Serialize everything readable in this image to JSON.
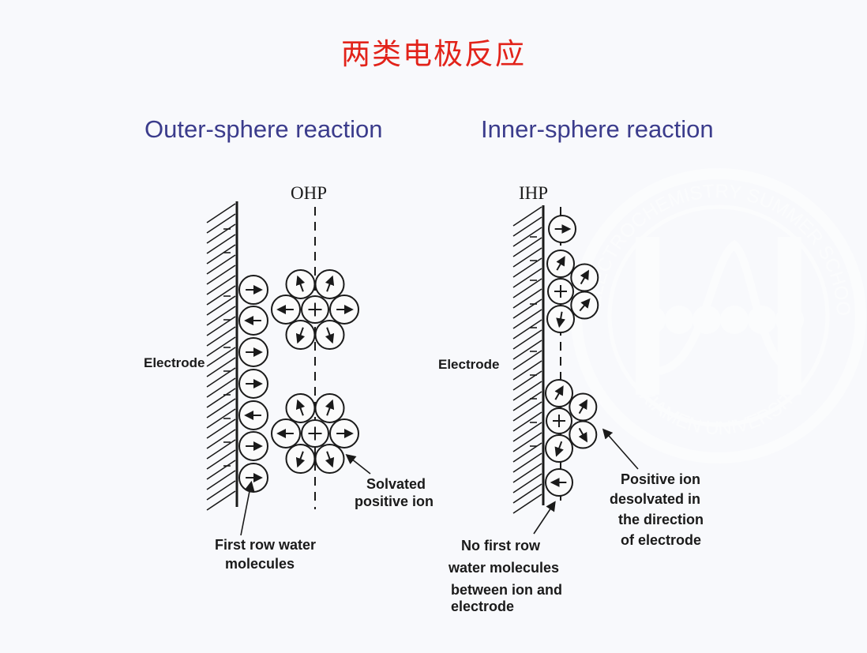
{
  "slide_title": "两类电极反应",
  "outer": {
    "heading": "Outer-sphere reaction",
    "plane_label": "OHP",
    "electrode_label": "Electrode",
    "ion_label": [
      "Solvated",
      "positive ion"
    ],
    "water_label": [
      "First row water",
      "molecules"
    ]
  },
  "inner": {
    "heading": "Inner-sphere reaction",
    "plane_label": "IHP",
    "electrode_label": "Electrode",
    "ion_label": [
      "Positive ion",
      "desolvated in",
      "the direction",
      "of electrode"
    ],
    "water_label": [
      "No first row",
      "water molecules",
      "between ion and",
      "electrode"
    ]
  },
  "watermark": {
    "arc_text": "ELECTROCHEMISTRY SUMMER SCHOOL 2020",
    "bottom_text": "XIAMEN UNIVERSITY"
  },
  "colors": {
    "title": "#e2231a",
    "heading": "#3b3c8c",
    "ink": "#1a1a1a"
  }
}
